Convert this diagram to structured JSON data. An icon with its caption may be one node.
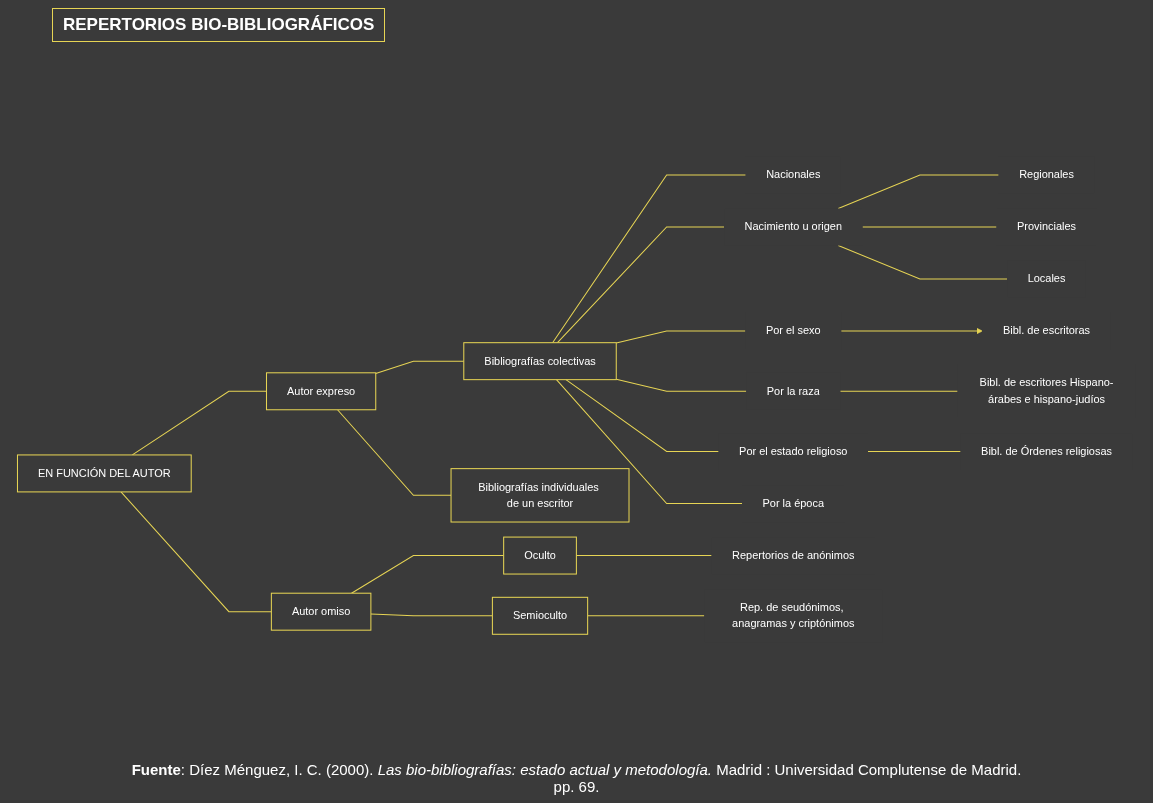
{
  "diagram": {
    "title": "REPERTORIOS BIO-BIBLIOGRÁFICOS",
    "caption": "**Fuente**: Díez Ménguez, I. C. (2000). *Las bio-bibliografías: estado actual y metodología.* Madrid : Universidad Complutense de Madrid. pp. 69.",
    "nodes": [
      {
        "text": [
          "EN FUNCIÓN DEL AUTOR"
        ]
      },
      {
        "text": [
          "Autor expreso"
        ]
      },
      {
        "text": [
          "Autor omiso"
        ]
      },
      {
        "text": [
          "Bibliografías colectivas"
        ]
      },
      {
        "text": [
          "Bibliografías individuales de un escritor"
        ]
      },
      {
        "text": [
          "Oculto"
        ]
      },
      {
        "text": [
          "Semioculto"
        ]
      },
      {
        "text": [
          "Nacionales"
        ]
      },
      {
        "text": [
          "Nacimiento u origen"
        ]
      },
      {
        "text": [
          "Por el sexo"
        ]
      },
      {
        "text": [
          "Por la raza"
        ]
      },
      {
        "text": [
          "Por el estado religioso"
        ]
      },
      {
        "text": [
          "Por la época"
        ]
      },
      {
        "text": [
          "Regionales"
        ]
      },
      {
        "text": [
          "Provinciales"
        ]
      },
      {
        "text": [
          "Locales"
        ]
      },
      {
        "text": [
          "Bibl. de escritoras"
        ]
      },
      {
        "text": [
          "Bibl. de escritores Hispano-árabes e hispano-judíos"
        ]
      },
      {
        "text": [
          "Bibl. de Órdenes religiosas"
        ]
      },
      {
        "text": [
          "Repertorios de anónimos"
        ]
      },
      {
        "text": [
          "Rep. de seudónimos, anagramas y criptónimos"
        ]
      }
    ],
    "edges": [
      {
        "from": 0,
        "to": 1,
        "arrow": "none"
      },
      {
        "from": 0,
        "to": 2,
        "arrow": "none"
      },
      {
        "from": 1,
        "to": 3,
        "arrow": "none"
      },
      {
        "from": 1,
        "to": 4,
        "arrow": "none"
      },
      {
        "from": 2,
        "to": 5,
        "arrow": "none"
      },
      {
        "from": 2,
        "to": 6,
        "arrow": "none"
      },
      {
        "from": 3,
        "to": 7,
        "arrow": "none"
      },
      {
        "from": 3,
        "to": 8,
        "arrow": "none"
      },
      {
        "from": 3,
        "to": 9,
        "arrow": "none"
      },
      {
        "from": 3,
        "to": 10,
        "arrow": "none"
      },
      {
        "from": 3,
        "to": 11,
        "arrow": "none"
      },
      {
        "from": 3,
        "to": 12,
        "arrow": "none"
      },
      {
        "from": 8,
        "to": 13,
        "arrow": "none"
      },
      {
        "from": 8,
        "to": 14,
        "arrow": "none"
      },
      {
        "from": 8,
        "to": 15,
        "arrow": "none"
      },
      {
        "from": 9,
        "to": 16,
        "arrow": "to"
      },
      {
        "from": 10,
        "to": 17,
        "arrow": "none"
      },
      {
        "from": 11,
        "to": 18,
        "arrow": "none"
      },
      {
        "from": 5,
        "to": 19,
        "arrow": "none"
      },
      {
        "from": 6,
        "to": 20,
        "arrow": "none"
      }
    ]
  }
}
